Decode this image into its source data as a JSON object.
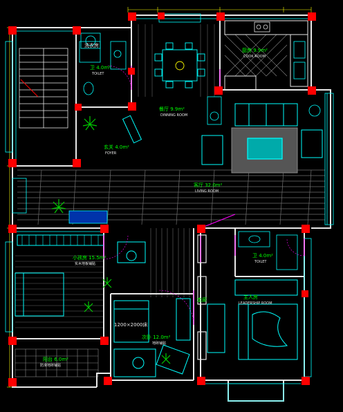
{
  "colors": {
    "background": "#000000",
    "wall": "#e8e8e8",
    "column": "#ff0000",
    "furniture": "#00ffff",
    "floor": "#6a6a6a",
    "dim": "#ffff00",
    "door": "#ff00ff",
    "label": "#00ff00",
    "plant": "#00cc00"
  },
  "rooms": {
    "laundry": {
      "name": "洗衣房",
      "sub": ""
    },
    "toilet_top": {
      "name": "卫 4.0m²",
      "sub": "TOILET"
    },
    "dining": {
      "name": "餐厅 9.9m²",
      "sub": "DINNING ROOM"
    },
    "kitchen": {
      "name": "厨房 9.9m²",
      "sub": "COOK ROOM"
    },
    "foyer": {
      "name": "玄关 4.0m²",
      "sub": "FOYER"
    },
    "living": {
      "name": "客厅 32.0m²",
      "sub": "LIVING ROOM"
    },
    "bedroom_small": {
      "name": "小孩房 15.5m²",
      "sub": "实木地板铺贴"
    },
    "bedroom_guest": {
      "name": "次卧 12.0m²",
      "sub": "地砖铺贴"
    },
    "toilet_mid": {
      "name": "卫 4.0m²",
      "sub": "TOILET"
    },
    "bedroom_master": {
      "name": "主人房",
      "sub": "LEADERSHIP ROOM"
    },
    "balcony": {
      "name": "阳台 6.0m²",
      "sub": "防滑地砖铺贴"
    },
    "hallway": {
      "name": "走廊",
      "sub": ""
    }
  },
  "bed_size_note": "1200×2000床"
}
